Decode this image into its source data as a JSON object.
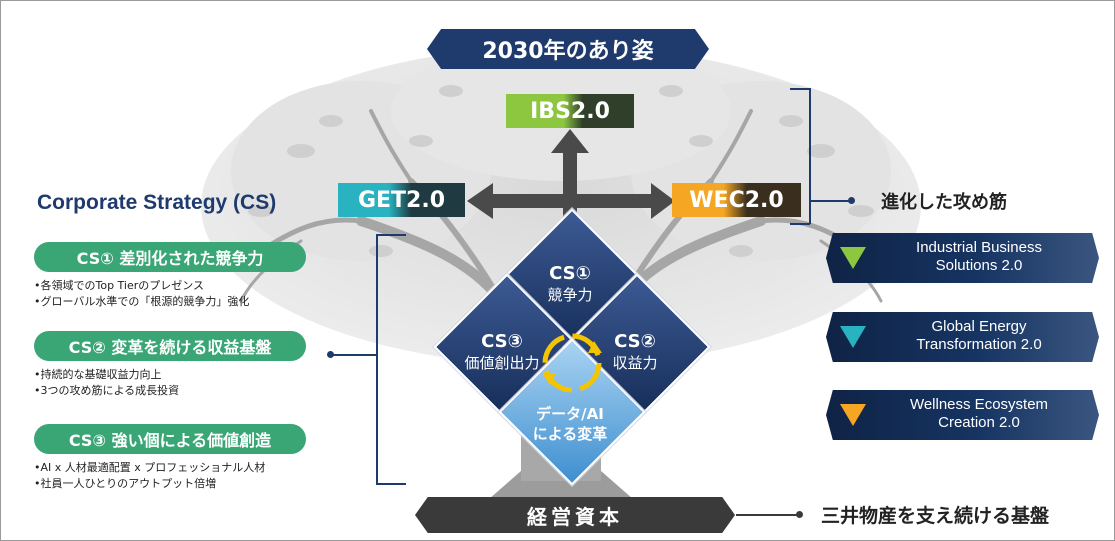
{
  "header": {
    "vision_title": "2030年のあり姿"
  },
  "strategies": {
    "ibs": "IBS2.0",
    "get": "GET2.0",
    "wec": "WEC2.0",
    "attack_label": "進化した攻め筋"
  },
  "corporate_strategy": {
    "title": "Corporate Strategy (CS)",
    "items": [
      {
        "label": "CS① 差別化された競争力",
        "bullets": [
          "•各領域でのTop Tierのプレゼンス",
          "•グローバル水準での「根源的競争力」強化"
        ]
      },
      {
        "label": "CS② 変革を続ける収益基盤",
        "bullets": [
          "•持続的な基礎収益力向上",
          "•3つの攻め筋による成長投資"
        ]
      },
      {
        "label": "CS③ 強い個による価値創造",
        "bullets": [
          "•AI x 人材最適配置 x プロフェッショナル人材",
          "•社員一人ひとりのアウトプット倍増"
        ]
      }
    ]
  },
  "diamonds": {
    "top": {
      "title": "CS①",
      "sub": "競争力"
    },
    "left": {
      "title": "CS③",
      "sub": "価値創出力"
    },
    "right": {
      "title": "CS②",
      "sub": "収益力"
    },
    "bottom": {
      "line1": "データ/AI",
      "line2": "による変革"
    }
  },
  "vision_cards": [
    {
      "text": "Industrial Business Solutions 2.0",
      "line1": "Industrial Business",
      "line2": "Solutions 2.0",
      "color": "#8dc63f"
    },
    {
      "text": "Global Energy Transformation 2.0",
      "line1": "Global Energy",
      "line2": "Transformation 2.0",
      "color": "#29b3c1"
    },
    {
      "text": "Wellness Ecosystem Creation 2.0",
      "line1": "Wellness Ecosystem",
      "line2": "Creation 2.0",
      "color": "#f5a623"
    }
  ],
  "footer": {
    "capital": "経営資本",
    "foundation": "三井物産を支え続ける基盤"
  },
  "colors": {
    "navy": "#1f3a6d",
    "green": "#3aa676",
    "ibs": "#8dc63f",
    "get": "#29b3c1",
    "wec": "#f5a623"
  }
}
